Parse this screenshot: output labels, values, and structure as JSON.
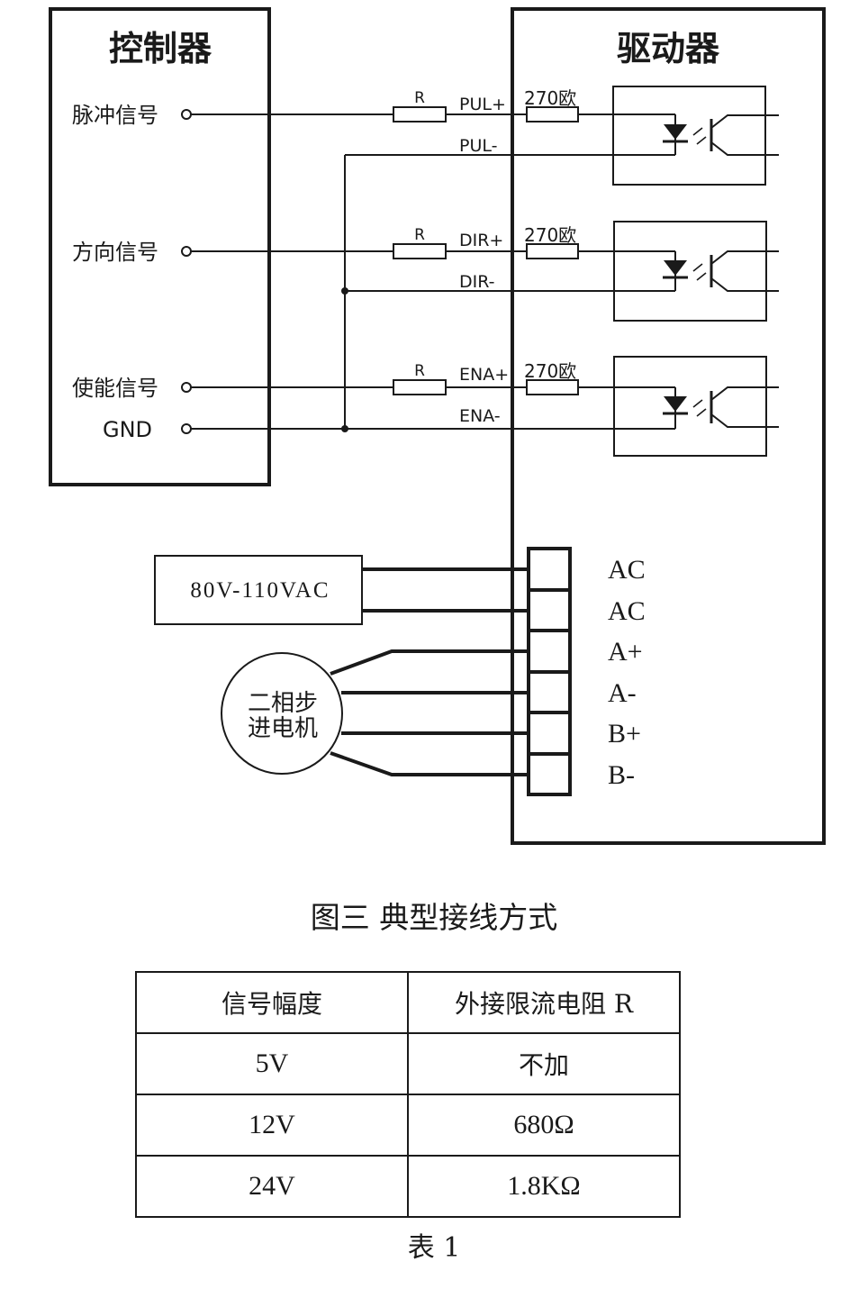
{
  "controller": {
    "title": "控制器",
    "signals": [
      "脉冲信号",
      "方向信号",
      "使能信号",
      "GND"
    ]
  },
  "driver": {
    "title": "驱动器",
    "channels": [
      {
        "resistor": "R",
        "plus": "PUL+",
        "minus": "PUL-",
        "ohm": "270欧"
      },
      {
        "resistor": "R",
        "plus": "DIR+",
        "minus": "DIR-",
        "ohm": "270欧"
      },
      {
        "resistor": "R",
        "plus": "ENA+",
        "minus": "ENA-",
        "ohm": "270欧"
      }
    ],
    "terminals": [
      "AC",
      "AC",
      "A+",
      "A-",
      "B+",
      "B-"
    ]
  },
  "power_supply": {
    "label": "80V-110VAC"
  },
  "motor": {
    "line1": "二相步",
    "line2": "进电机"
  },
  "figure_caption": "图三  典型接线方式",
  "table": {
    "headers": [
      "信号幅度",
      "外接限流电阻 R"
    ],
    "rows": [
      [
        "5V",
        "不加"
      ],
      [
        "12V",
        "680Ω"
      ],
      [
        "24V",
        "1.8KΩ"
      ]
    ]
  },
  "table_caption": "表 1",
  "colors": {
    "ink": "#1a1a1a",
    "background": "#ffffff"
  }
}
